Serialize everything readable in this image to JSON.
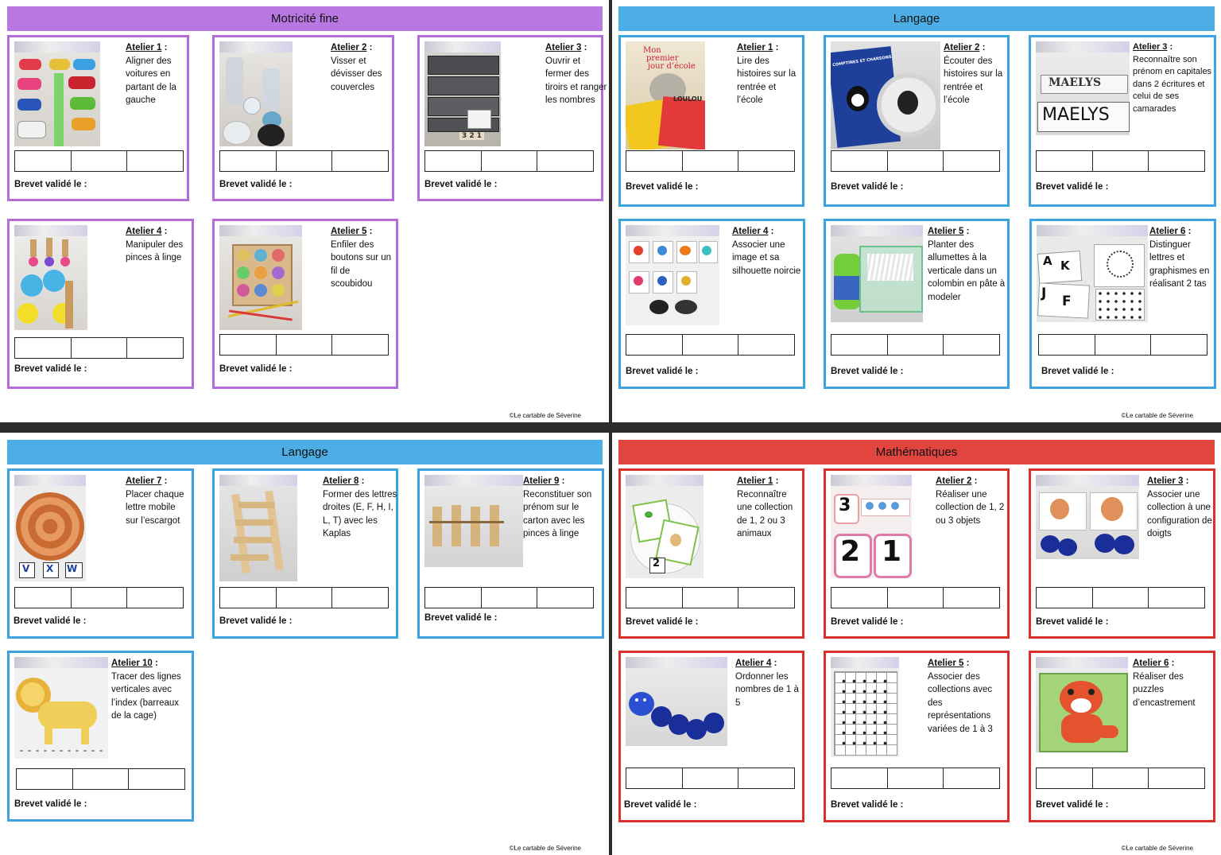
{
  "colors": {
    "purple": "#b977e2",
    "blue": "#4daee6",
    "red": "#e2453f",
    "fine_border": "#b46cd9",
    "blue_border": "#3ba3e1",
    "red_border": "#d9322d"
  },
  "validated_label": "Brevet validé le :",
  "copyright": "©Le cartable de Séverine",
  "pages": [
    {
      "title": "Motricité fine",
      "ateliers": [
        {
          "number": "Atelier 1",
          "text": "Aligner des voitures en partant de la gauche",
          "photo_icon": "toy-cars-photo"
        },
        {
          "number": "Atelier 2",
          "text": "Visser et dévisser des couvercles",
          "photo_icon": "jars-lids-photo"
        },
        {
          "number": "Atelier 3",
          "text": "Ouvrir et fermer des tiroirs et ranger les nombres",
          "photo_icon": "drawers-photo",
          "photo_digits": "3 2 1"
        },
        {
          "number": "Atelier 4",
          "text": "Manipuler des pinces à linge",
          "photo_icon": "clothespins-photo"
        },
        {
          "number": "Atelier 5",
          "text": "Enfiler des boutons sur un fil de scoubidou",
          "photo_icon": "buttons-string-photo"
        }
      ]
    },
    {
      "title": "Langage",
      "ateliers": [
        {
          "number": "Atelier 1",
          "text": "Lire des histoires sur la rentrée et l’école",
          "photo_icon": "books-photo",
          "photo_text": [
            "Mon",
            "premier",
            "jour d’école",
            "LOULOU"
          ]
        },
        {
          "number": "Atelier 2",
          "text": "Écouter des histoires sur la rentrée et l’école",
          "photo_icon": "cd-photo",
          "photo_text": [
            "COMPTINES ET CHANSONS"
          ]
        },
        {
          "number": "Atelier 3",
          "text": "Reconnaître son prénom en capitales dans 2 écritures et celui de ses camarades",
          "photo_icon": "name-cards-photo",
          "photo_text": [
            "MAELYS",
            "MAELYS"
          ]
        },
        {
          "number": "Atelier 4",
          "text": "Associer une image et sa silhouette noircie",
          "photo_icon": "silhouette-cards-photo"
        },
        {
          "number": "Atelier 5",
          "text": "Planter des allumettes à la verticale dans un colombin en pâte à modeler",
          "photo_icon": "playdough-matches-photo"
        },
        {
          "number": "Atelier 6",
          "text": "Distinguer lettres et graphismes en réalisant 2 tas",
          "photo_icon": "letter-cards-photo",
          "photo_text": [
            "A",
            "K",
            "J",
            "F"
          ]
        }
      ]
    },
    {
      "title": "Langage",
      "ateliers": [
        {
          "number": "Atelier 7",
          "text": "Placer chaque lettre mobile sur l’escargot",
          "photo_icon": "snail-letters-photo",
          "photo_text": [
            "V",
            "X",
            "W"
          ]
        },
        {
          "number": "Atelier 8",
          "text": "Former des lettres droites (E, F, H, I, L, T) avec les Kaplas",
          "photo_icon": "kapla-ladder-photo"
        },
        {
          "number": "Atelier 9",
          "text": "Reconstituer son prénom sur le carton avec les pinces à linge",
          "photo_icon": "name-clothespins-photo"
        },
        {
          "number": "Atelier 10",
          "text": "Tracer des lignes verticales avec l’index (barreaux de la cage)",
          "photo_icon": "lion-cage-photo"
        }
      ]
    },
    {
      "title": "Mathématiques",
      "ateliers": [
        {
          "number": "Atelier 1",
          "text": "Reconnaître une collection de 1, 2 ou 3 animaux",
          "photo_icon": "animal-cards-photo",
          "photo_digits": "2"
        },
        {
          "number": "Atelier 2",
          "text": "Réaliser une collection de 1, 2 ou 3 objets",
          "photo_icon": "number-cards-photo",
          "photo_digits": "3 2 1"
        },
        {
          "number": "Atelier 3",
          "text": "Associer une collection à une configuration de doigts",
          "photo_icon": "hand-caps-photo"
        },
        {
          "number": "Atelier 4",
          "text": "Ordonner les nombres de 1 à 5",
          "photo_icon": "caterpillar-caps-photo"
        },
        {
          "number": "Atelier 5",
          "text": "Associer des collections avec des représentations variées de 1 à 3",
          "photo_icon": "representation-grid-photo"
        },
        {
          "number": "Atelier 6",
          "text": "Réaliser des puzzles d’encastrement",
          "photo_icon": "fox-puzzle-photo"
        }
      ]
    }
  ]
}
